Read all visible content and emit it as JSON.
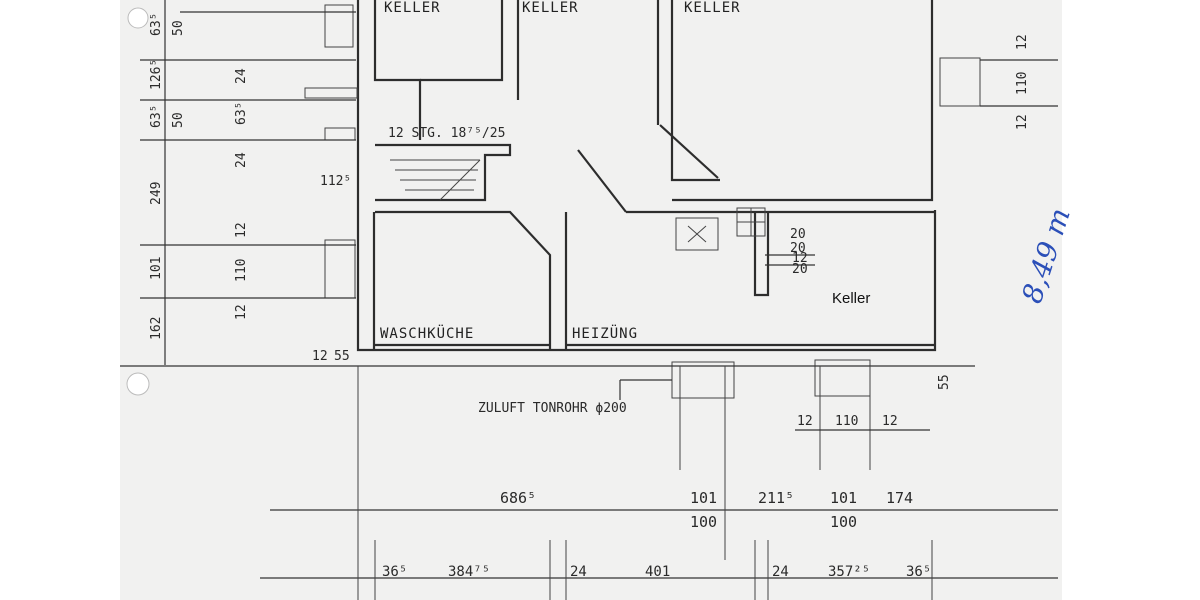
{
  "rooms": {
    "keller_left": "KELLER",
    "keller_mid": "KELLER",
    "keller_right": "KELLER",
    "waschkueche": "WASCHKÜCHE",
    "heizung": "HEIZÜNG",
    "keller_typed": "Keller"
  },
  "notes": {
    "stairs": "12 STG. 18⁷⁵/25",
    "zuluft": "ZULUFT TONROHR ϕ200",
    "handwritten_area": "8,49 m"
  },
  "left_dims": {
    "outer": [
      "63⁵",
      "126⁵",
      "63⁵",
      "249",
      "101",
      "162"
    ],
    "inner": [
      "50",
      "50",
      "12",
      "110",
      "12"
    ],
    "window": [
      "24",
      "63⁵",
      "24"
    ],
    "misc": [
      "112⁵",
      "12",
      "55"
    ]
  },
  "right_dims": [
    "12",
    "110",
    "12",
    "55"
  ],
  "chimney_dims": [
    "20",
    "20",
    "12",
    "20"
  ],
  "bottom_window_dims": [
    "12",
    "110",
    "12"
  ],
  "bottom_row1": [
    "686⁵",
    "101",
    "211⁵",
    "101",
    "174"
  ],
  "bottom_row1_sub": [
    "100",
    "100"
  ],
  "bottom_row2": [
    "36⁵",
    "384⁷⁵",
    "24",
    "401",
    "24",
    "357²⁵",
    "36⁵"
  ]
}
